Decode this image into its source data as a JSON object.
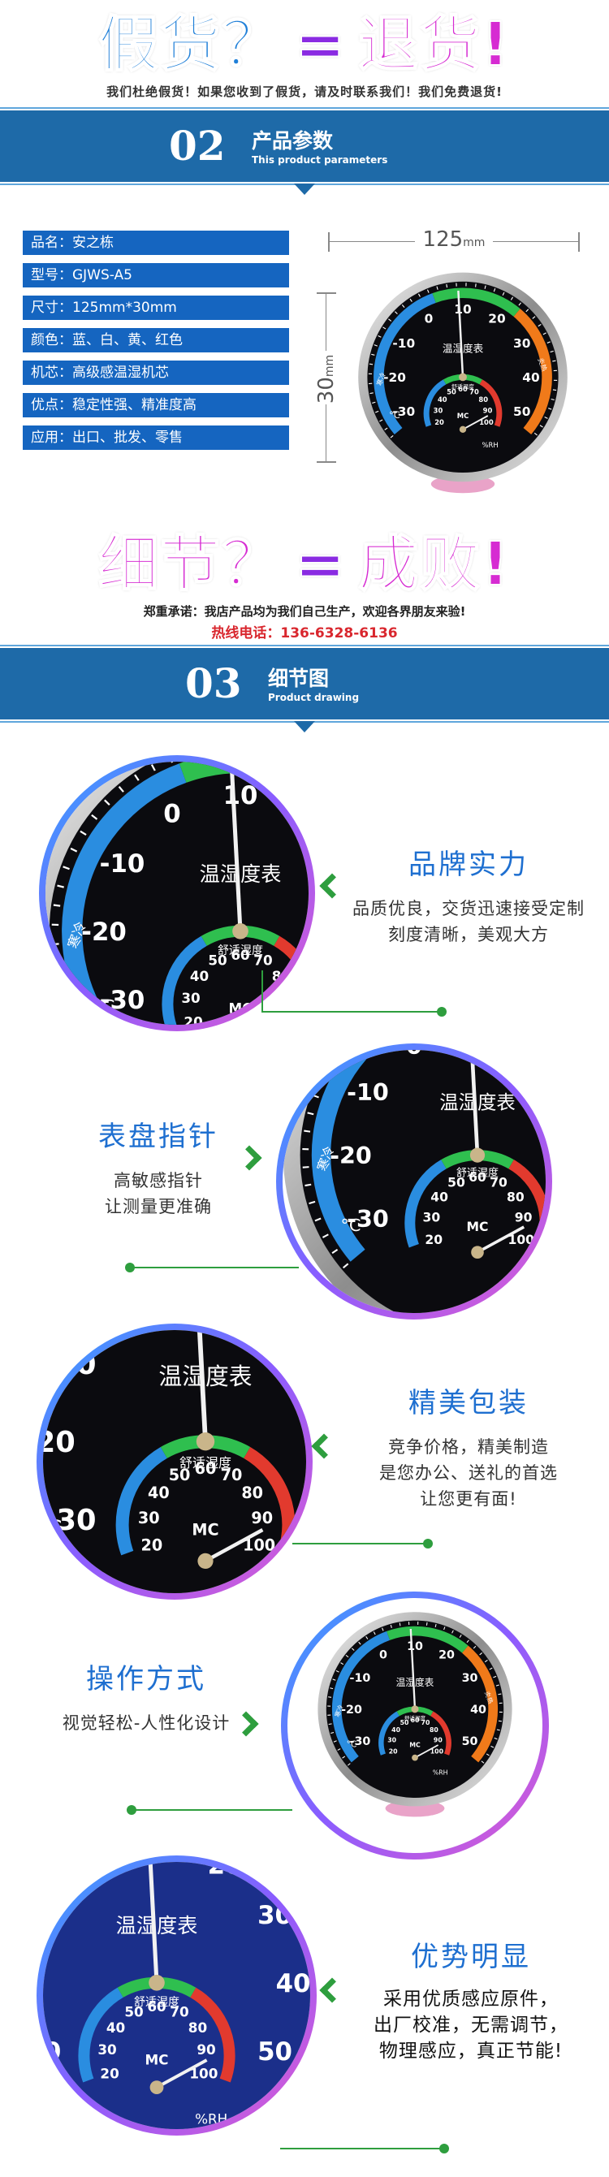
{
  "top_banner": {
    "title_part1": "假货？",
    "title_eq": "=",
    "title_part2": "退货!",
    "subtitle": "我们杜绝假货！如果您收到了假货，请及时联系我们！我们免费退货!"
  },
  "section_params": {
    "number": "02",
    "title_cn": "产品参数",
    "title_en": "This product parameters"
  },
  "params": [
    {
      "label": "品名：安之栋"
    },
    {
      "label": "型号：GJWS-A5"
    },
    {
      "label": "尺寸：125mm*30mm"
    },
    {
      "label": "颜色：蓝、白、黄、红色"
    },
    {
      "label": "机芯：高级感温湿机芯"
    },
    {
      "label": "优点：稳定性强、精准度高"
    },
    {
      "label": "应用：出口、批发、零售"
    }
  ],
  "dimensions": {
    "width_value": "125",
    "width_unit": "mm",
    "height_value": "30",
    "height_unit": "mm"
  },
  "gauge": {
    "title": "温湿度表",
    "comfort_label": "舒适湿度",
    "brand_mark": "MC",
    "temp_unit": "°C",
    "humidity_unit": "%RH",
    "temp_ticks": [
      "-30",
      "-20",
      "-10",
      "0",
      "10",
      "20",
      "30",
      "40",
      "50"
    ],
    "humidity_ticks": [
      "20",
      "30",
      "40",
      "50",
      "60",
      "70",
      "80",
      "90",
      "100"
    ],
    "side_label_cold": "寒冷",
    "side_label_hot": "炎热"
  },
  "detail_banner": {
    "title_part1": "细节？",
    "title_eq": "=",
    "title_part2": "成败!",
    "promise": "郑重承诺：我店产品均为我们自己生产，欢迎各界朋友来验!",
    "hotline": "热线电话：136-6328-6136"
  },
  "section_details": {
    "number": "03",
    "title_cn": "细节图",
    "title_en": "Product drawing"
  },
  "features": [
    {
      "title": "品牌实力",
      "lines": [
        "品质优良，交货迅速接受定制",
        "刻度清晰，美观大方"
      ]
    },
    {
      "title": "表盘指针",
      "lines": [
        "高敏感指针",
        "让测量更准确"
      ]
    },
    {
      "title": "精美包装",
      "lines": [
        "竞争价格，精美制造",
        "是您办公、送礼的首选",
        "让您更有面!"
      ]
    },
    {
      "title": "操作方式",
      "lines": [
        "视觉轻松-人性化设计"
      ]
    },
    {
      "title": "优势明显",
      "lines": [
        "采用优质感应原件，",
        "出厂校准，无需调节，",
        "物理感应，真正节能!"
      ]
    }
  ],
  "colors": {
    "section_bar": "#1e6aa8",
    "param_row": "#1565c0",
    "accent_green": "#2e9e3e",
    "title_blue": "#1f7fd8",
    "title_purple": "#8a2be2",
    "title_magenta": "#d62bd2",
    "hotline_red": "#d9272e"
  }
}
